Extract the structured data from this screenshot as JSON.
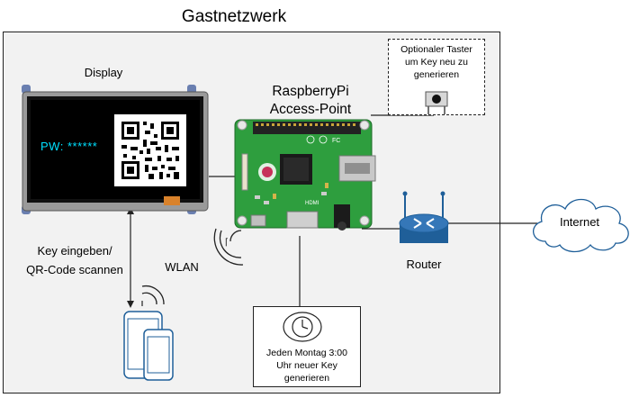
{
  "title": "Gastnetzwerk",
  "display": {
    "label": "Display",
    "password_label": "PW:",
    "password_mask": "******"
  },
  "raspberry": {
    "line1": "RaspberryPi",
    "line2": "Access-Point",
    "board_text": "HDMI"
  },
  "taster": {
    "line1": "Optionaler Taster",
    "line2": "um Key neu zu",
    "line3": "generieren"
  },
  "router": {
    "label": "Router"
  },
  "internet": {
    "label": "Internet"
  },
  "wlan": {
    "label": "WLAN"
  },
  "key_entry": {
    "line1": "Key eingeben/",
    "line2": "QR-Code scannen"
  },
  "schedule": {
    "line1": "Jeden Montag 3:00",
    "line2": "Uhr neuer Key",
    "line3": "generieren"
  },
  "colors": {
    "zone_bg": "#f2f2f2",
    "pw_text": "#00e0ff",
    "board_green": "#2e9e3e",
    "router_blue": "#1f5f99"
  }
}
